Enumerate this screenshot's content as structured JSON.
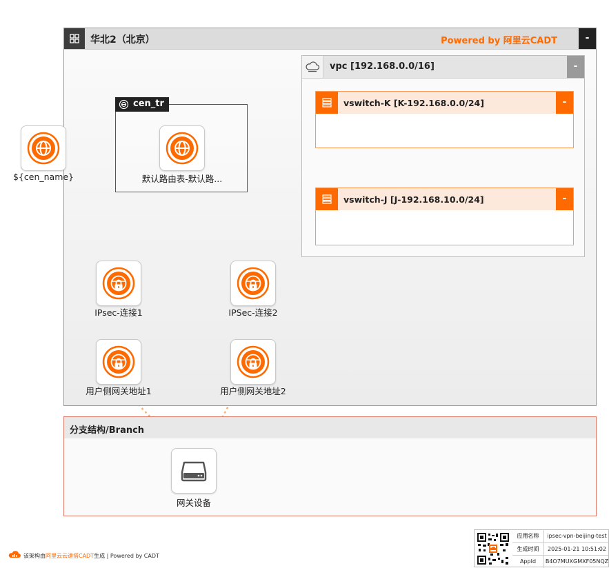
{
  "region": {
    "title": "华北2（北京）",
    "powered_by": "Powered by 阿里云CADT",
    "collapse": "-"
  },
  "vpc": {
    "title": "vpc [192.168.0.0/16]",
    "collapse": "-"
  },
  "vswitches": [
    {
      "title": "vswitch-K [K-192.168.0.0/24]",
      "collapse": "-"
    },
    {
      "title": "vswitch-J [J-192.168.10.0/24]",
      "collapse": "-"
    }
  ],
  "cen_tr": {
    "title": "cen_tr"
  },
  "nodes": {
    "cen": {
      "label": "${cen_name}",
      "icon": "globe-network-icon"
    },
    "route_table": {
      "label": "默认路由表-默认路...",
      "icon": "globe-network-icon"
    },
    "ipsec1": {
      "label": "IPsec-连接1",
      "icon": "globe-lock-icon"
    },
    "ipsec2": {
      "label": "IPSec-连接2",
      "icon": "globe-lock-icon"
    },
    "gw1": {
      "label": "用户侧网关地址1",
      "icon": "globe-lock-icon"
    },
    "gw2": {
      "label": "用户侧网关地址2",
      "icon": "globe-lock-icon"
    },
    "device": {
      "label": "网关设备",
      "icon": "gateway-device-icon"
    }
  },
  "branch": {
    "title": "分支结构/Branch"
  },
  "footer": {
    "text_prefix": "该架构由",
    "text_highlight": "阿里云云速搭CADT",
    "text_suffix": "生成 | Powered by CADT",
    "info": [
      {
        "key": "应用名称",
        "value": "ipsec-vpn-beijing-test"
      },
      {
        "key": "生成时间",
        "value": "2025-01-21 10:51:02"
      },
      {
        "key": "AppId",
        "value": "B4O7MUXGMXF05NQZ"
      }
    ]
  },
  "colors": {
    "accent": "#ff6a00",
    "connector": "#ff7a1a",
    "dotted": "#f5b27a"
  }
}
